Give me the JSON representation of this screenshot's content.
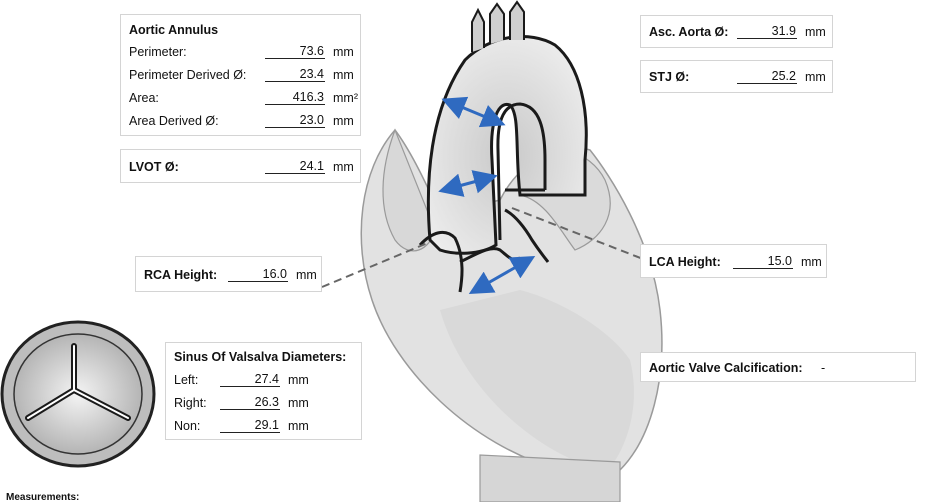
{
  "aortic_annulus": {
    "title": "Aortic Annulus",
    "rows": [
      {
        "label": "Perimeter:",
        "value": "73.6",
        "unit": "mm"
      },
      {
        "label": "Perimeter Derived Ø:",
        "value": "23.4",
        "unit": "mm"
      },
      {
        "label": "Area:",
        "value": "416.3",
        "unit": "mm²"
      },
      {
        "label": "Area Derived Ø:",
        "value": "23.0",
        "unit": "mm"
      }
    ]
  },
  "lvot": {
    "label": "LVOT Ø:",
    "value": "24.1",
    "unit": "mm"
  },
  "rca": {
    "label": "RCA Height:",
    "value": "16.0",
    "unit": "mm"
  },
  "asc_aorta": {
    "label": "Asc. Aorta Ø:",
    "value": "31.9",
    "unit": "mm"
  },
  "stj": {
    "label": "STJ Ø:",
    "value": "25.2",
    "unit": "mm"
  },
  "lca": {
    "label": "LCA Height:",
    "value": "15.0",
    "unit": "mm"
  },
  "sinus": {
    "title": "Sinus Of Valsalva Diameters:",
    "rows": [
      {
        "label": "Left:",
        "value": "27.4",
        "unit": "mm"
      },
      {
        "label": "Right:",
        "value": "26.3",
        "unit": "mm"
      },
      {
        "label": "Non:",
        "value": "29.1",
        "unit": "mm"
      }
    ]
  },
  "calcification": {
    "label": "Aortic Valve Calcification:",
    "value": "-"
  },
  "footer": {
    "label": "Measurements:"
  },
  "colors": {
    "arrow": "#4a7fc9",
    "heart_fill": "#e6e6e6",
    "heart_stroke": "#8a8a8a",
    "vessel": "#d0d0d0"
  },
  "icons": {
    "heart": "heart-diagram-icon",
    "valve": "aortic-valve-icon"
  }
}
